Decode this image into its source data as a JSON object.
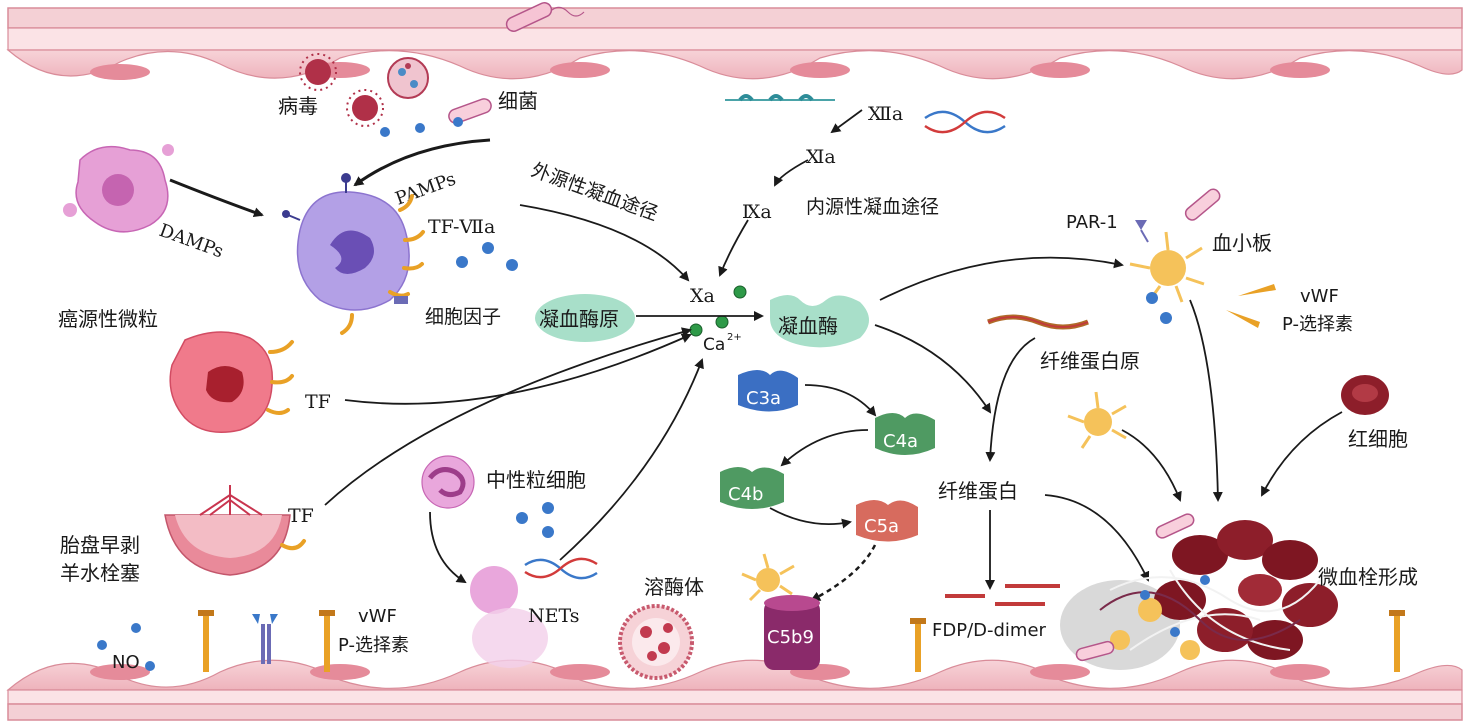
{
  "labels": {
    "virus": "病毒",
    "bacteria": "细菌",
    "pamps": "PAMPs",
    "damps": "DAMPs",
    "tf_viia": "TF-Ⅶa",
    "cytokines": "细胞因子",
    "extrinsic": "外源性凝血途径",
    "intrinsic": "内源性凝血途径",
    "xiia": "Ⅻa",
    "xia": "Ⅺa",
    "ixa": "Ⅸa",
    "xa": "Ⅹa",
    "ca": "Ca",
    "ca_sup": "2+",
    "prothrombin": "凝血酶原",
    "thrombin": "凝血酶",
    "cancer_mp": "癌源性微粒",
    "tf1": "TF",
    "tf2": "TF",
    "placenta_1": "胎盘早剥",
    "placenta_2": "羊水栓塞",
    "neutrophil": "中性粒细胞",
    "nets": "NETs",
    "lysosome": "溶酶体",
    "c3a": "C3a",
    "c4a": "C4a",
    "c4b": "C4b",
    "c5a": "C5a",
    "c5b9": "C5b9",
    "par1": "PAR-1",
    "platelet": "血小板",
    "vwf_right": "vWF",
    "psel_right": "P-选择素",
    "fibrinogen": "纤维蛋白原",
    "fibrin": "纤维蛋白",
    "fdp": "FDP/D-dimer",
    "rbc": "红细胞",
    "microthrombus": "微血栓形成",
    "no": "NO",
    "vwf_left": "vWF",
    "psel_left": "P-选择素"
  },
  "colors": {
    "vessel": "#f2c6cc",
    "vessel_dark": "#e79aa6",
    "arrow": "#1a1a1a",
    "enzyme": "#a8dfc9",
    "c3a": "#3b6fc3",
    "c4": "#4f9a62",
    "c5a": "#d76b5e",
    "c5b9": "#8a2a6a",
    "rbc": "#8d1e2a",
    "dot": "#3a78c9"
  }
}
